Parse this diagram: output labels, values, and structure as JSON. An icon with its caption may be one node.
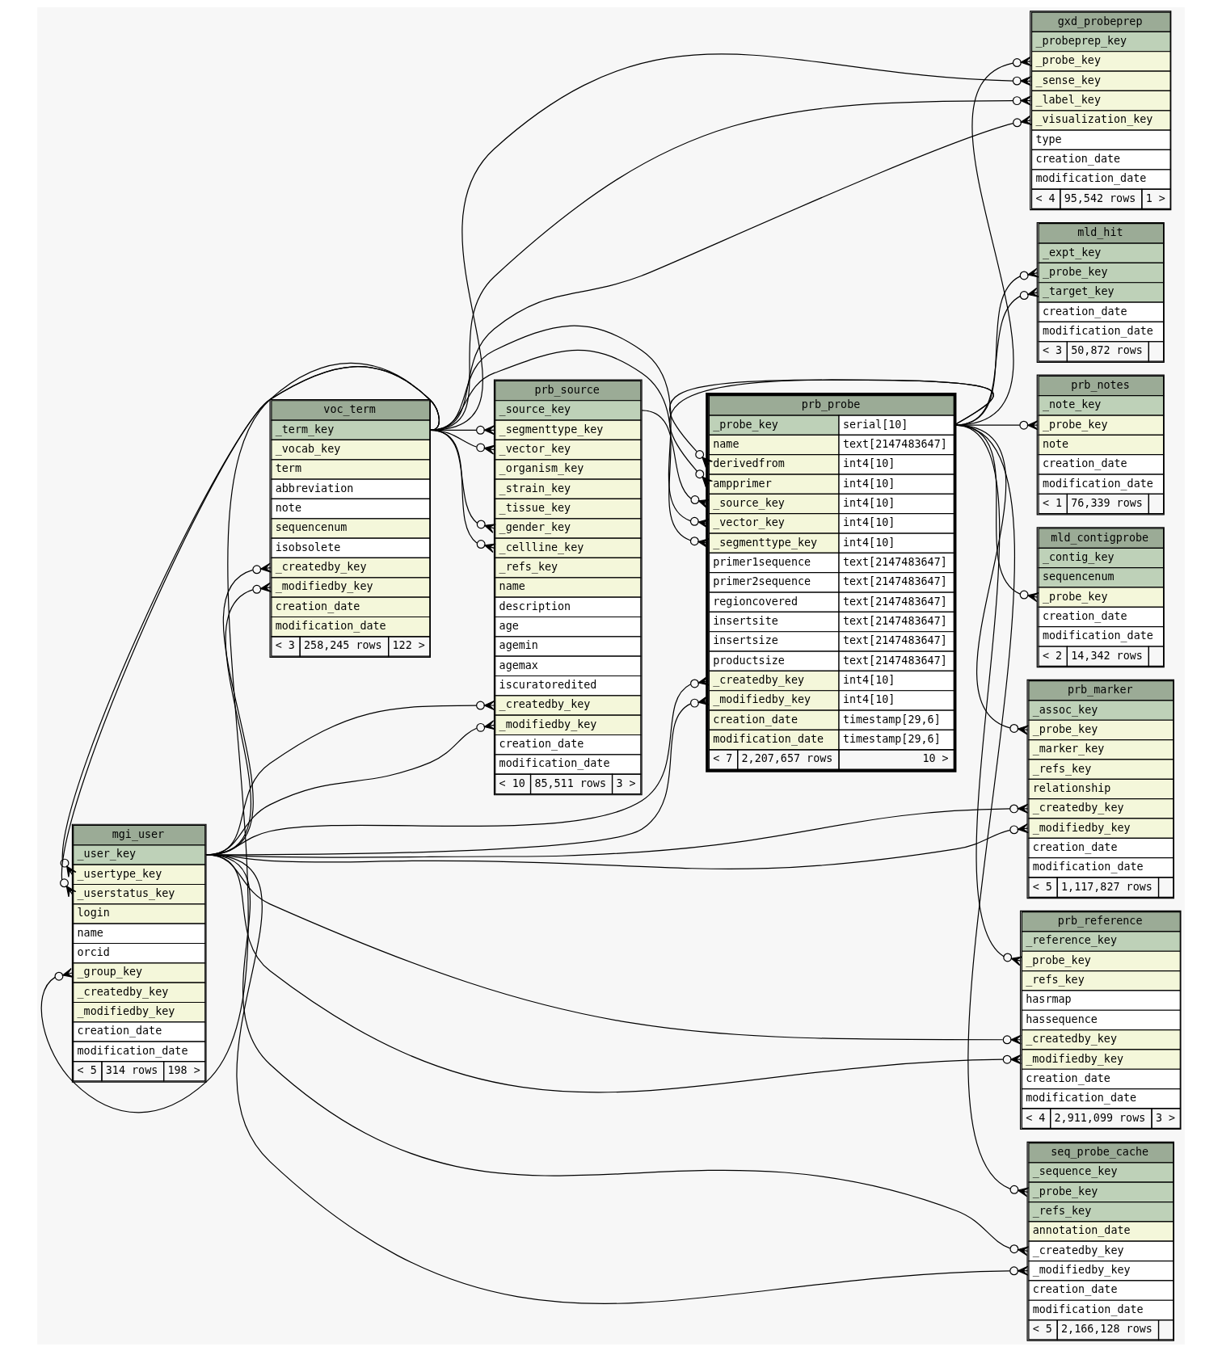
{
  "diagram": {
    "nodes": [
      {
        "text": [
          "mgi_user",
          "_user_key",
          "_usertype_key",
          "_userstatus_key",
          "login",
          "name",
          "orcid",
          "_group_key",
          "_createdby_key",
          "_modifiedby_key",
          "creation_date",
          "modification_date",
          "< 5",
          "314 rows",
          "198 >"
        ]
      },
      {
        "text": [
          "voc_term",
          "_term_key",
          "_vocab_key",
          "term",
          "abbreviation",
          "note",
          "sequencenum",
          "isobsolete",
          "_createdby_key",
          "_modifiedby_key",
          "creation_date",
          "modification_date",
          "< 3",
          "258,245 rows",
          "122 >"
        ]
      },
      {
        "text": [
          "prb_source",
          "_source_key",
          "_segmenttype_key",
          "_vector_key",
          "_organism_key",
          "_strain_key",
          "_tissue_key",
          "_gender_key",
          "_cellline_key",
          "_refs_key",
          "name",
          "description",
          "age",
          "agemin",
          "agemax",
          "iscuratoredited",
          "_createdby_key",
          "_modifiedby_key",
          "creation_date",
          "modification_date",
          "< 10",
          "85,511 rows",
          "3 >"
        ]
      },
      {
        "text": [
          "prb_probe",
          "_probe_key",
          "serial[10]",
          "name",
          "text[2147483647]",
          "derivedfrom",
          "int4[10]",
          "ampprimer",
          "int4[10]",
          "_source_key",
          "int4[10]",
          "_vector_key",
          "int4[10]",
          "_segmenttype_key",
          "int4[10]",
          "primer1sequence",
          "text[2147483647]",
          "primer2sequence",
          "text[2147483647]",
          "regioncovered",
          "text[2147483647]",
          "insertsite",
          "text[2147483647]",
          "insertsize",
          "text[2147483647]",
          "productsize",
          "text[2147483647]",
          "_createdby_key",
          "int4[10]",
          "_modifiedby_key",
          "int4[10]",
          "creation_date",
          "timestamp[29,6]",
          "modification_date",
          "timestamp[29,6]",
          "< 7",
          "2,207,657 rows",
          "10 >"
        ]
      },
      {
        "text": [
          "prb_marker",
          "_assoc_key",
          "_probe_key",
          "_marker_key",
          "_refs_key",
          "relationship",
          "_createdby_key",
          "_modifiedby_key",
          "creation_date",
          "modification_date",
          "< 5",
          "1,117,827 rows"
        ]
      },
      {
        "text": [
          "prb_reference",
          "_reference_key",
          "_probe_key",
          "_refs_key",
          "hasrmap",
          "hassequence",
          "_createdby_key",
          "_modifiedby_key",
          "creation_date",
          "modification_date",
          "< 4",
          "2,911,099 rows",
          "3 >"
        ]
      },
      {
        "text": [
          "seq_probe_cache",
          "_sequence_key",
          "_probe_key",
          "_refs_key",
          "annotation_date",
          "_createdby_key",
          "_modifiedby_key",
          "creation_date",
          "modification_date",
          "< 5",
          "2,166,128 rows"
        ]
      },
      {
        "text": [
          "mld_contigprobe",
          "_contig_key",
          "sequencenum",
          "_probe_key",
          "creation_date",
          "modification_date",
          "< 2",
          "14,342 rows"
        ]
      },
      {
        "text": [
          "mld_hit",
          "_expt_key",
          "_probe_key",
          "_target_key",
          "creation_date",
          "modification_date",
          "< 3",
          "50,872 rows"
        ]
      },
      {
        "text": [
          "prb_notes",
          "_note_key",
          "_probe_key",
          "note",
          "creation_date",
          "modification_date",
          "< 1",
          "76,339 rows"
        ]
      },
      {
        "text": [
          "gxd_probeprep",
          "_probeprep_key",
          "_probe_key",
          "_sense_key",
          "_label_key",
          "_visualization_key",
          "type",
          "creation_date",
          "modification_date",
          "< 4",
          "95,542 rows",
          "1 >"
        ]
      }
    ],
    "edges": [
      {
        "from": 4,
        "to": 0,
        "arrow": "other"
      },
      {
        "from": 4,
        "to": 0,
        "arrow": "other"
      },
      {
        "from": 5,
        "to": 0,
        "arrow": "other"
      },
      {
        "from": 5,
        "to": 0,
        "arrow": "other"
      },
      {
        "from": 6,
        "to": 0,
        "arrow": "other"
      },
      {
        "from": 6,
        "to": 0,
        "arrow": "other"
      },
      {
        "from": 3,
        "to": 0,
        "arrow": "other"
      },
      {
        "from": 3,
        "to": 0,
        "arrow": "other"
      },
      {
        "from": 2,
        "to": 0,
        "arrow": "other"
      },
      {
        "from": 2,
        "to": 0,
        "arrow": "other"
      },
      {
        "from": 1,
        "to": 0,
        "arrow": "other"
      },
      {
        "from": 1,
        "to": 0,
        "arrow": "other"
      },
      {
        "from": 0,
        "to": 1,
        "arrow": "other"
      },
      {
        "from": 0,
        "to": 1,
        "arrow": "other"
      },
      {
        "from": 0,
        "to": 1,
        "arrow": "other"
      },
      {
        "from": 2,
        "to": 1,
        "arrow": "other"
      },
      {
        "from": 2,
        "to": 1,
        "arrow": "other"
      },
      {
        "from": 2,
        "to": 1,
        "arrow": "other"
      },
      {
        "from": 2,
        "to": 1,
        "arrow": "other"
      },
      {
        "from": 3,
        "to": 1,
        "arrow": "other"
      },
      {
        "from": 3,
        "to": 1,
        "arrow": "other"
      },
      {
        "from": 10,
        "to": 1,
        "arrow": "other"
      },
      {
        "from": 10,
        "to": 1,
        "arrow": "other"
      },
      {
        "from": 10,
        "to": 1,
        "arrow": "other"
      },
      {
        "from": 3,
        "to": 2,
        "arrow": "other"
      },
      {
        "from": 3,
        "to": 3,
        "arrow": "other"
      },
      {
        "from": 3,
        "to": 3,
        "arrow": "other"
      },
      {
        "from": 4,
        "to": 3,
        "arrow": "other"
      },
      {
        "from": 5,
        "to": 3,
        "arrow": "other"
      },
      {
        "from": 6,
        "to": 3,
        "arrow": "other"
      },
      {
        "from": 7,
        "to": 3,
        "arrow": "other"
      },
      {
        "from": 8,
        "to": 3,
        "arrow": "other"
      },
      {
        "from": 8,
        "to": 3,
        "arrow": "other"
      },
      {
        "from": 9,
        "to": 3,
        "arrow": "other"
      },
      {
        "from": 10,
        "to": 3,
        "arrow": "other"
      }
    ]
  }
}
